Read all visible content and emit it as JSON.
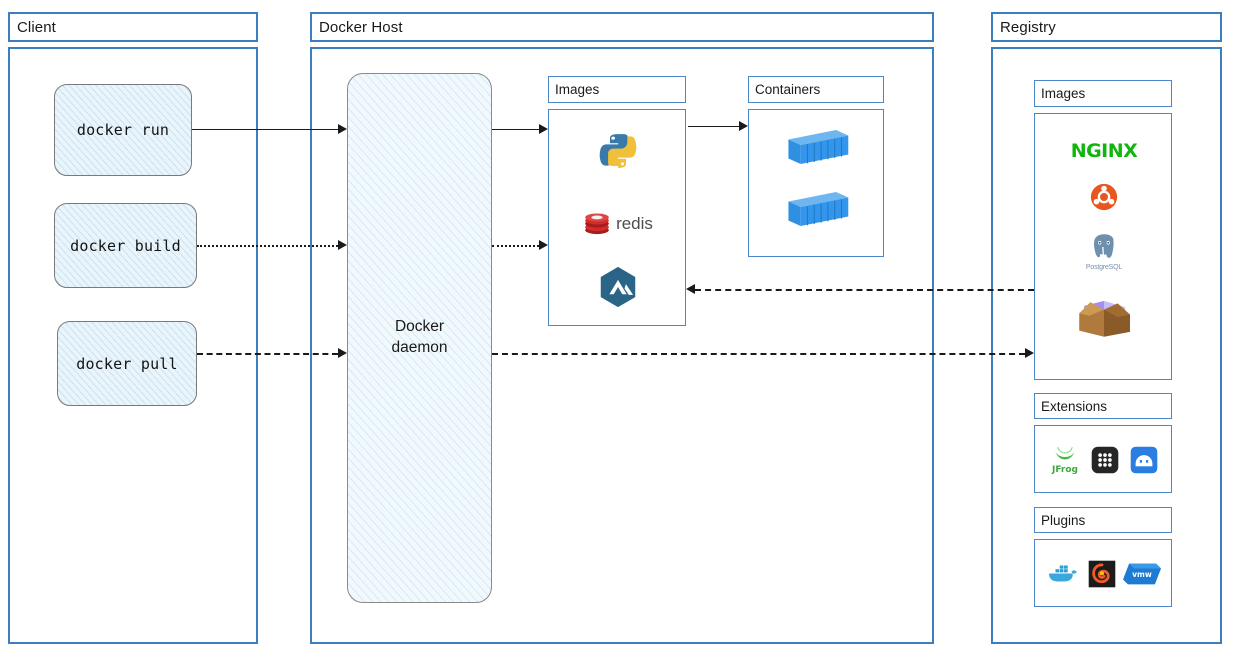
{
  "diagram": {
    "title": "Docker architecture overview",
    "accent_border": "#3c7fc0",
    "sub_border": "#4a86c8"
  },
  "panels": {
    "client": {
      "label": "Client"
    },
    "host": {
      "label": "Docker Host"
    },
    "registry": {
      "label": "Registry"
    }
  },
  "client": {
    "commands": [
      {
        "label": "docker run",
        "line_style": "solid"
      },
      {
        "label": "docker build",
        "line_style": "dotted"
      },
      {
        "label": "docker pull",
        "line_style": "dashed"
      }
    ]
  },
  "host": {
    "daemon": {
      "line1": "Docker",
      "line2": "daemon"
    },
    "images": {
      "label": "Images",
      "items": [
        {
          "name": "python-icon",
          "label": "Python"
        },
        {
          "name": "redis-icon",
          "label": "redis"
        },
        {
          "name": "alpine-icon",
          "label": "Alpine"
        }
      ]
    },
    "containers": {
      "label": "Containers",
      "items": [
        {
          "name": "container-icon",
          "label": "Container"
        },
        {
          "name": "container-icon",
          "label": "Container"
        }
      ]
    }
  },
  "registry": {
    "images": {
      "label": "Images",
      "items": [
        {
          "name": "nginx-icon",
          "label": "NGINX"
        },
        {
          "name": "ubuntu-icon",
          "label": "Ubuntu"
        },
        {
          "name": "postgresql-icon",
          "label": "PostgreSQL"
        },
        {
          "name": "package-box-icon",
          "label": "Package"
        }
      ]
    },
    "extensions": {
      "label": "Extensions",
      "items": [
        {
          "name": "jfrog-icon",
          "label": "JFrog"
        },
        {
          "name": "grid-app-icon",
          "label": "App grid"
        },
        {
          "name": "blue-app-icon",
          "label": "Blue app"
        }
      ]
    },
    "plugins": {
      "label": "Plugins",
      "items": [
        {
          "name": "docker-whale-icon",
          "label": "Docker"
        },
        {
          "name": "grafana-icon",
          "label": "Grafana"
        },
        {
          "name": "vmware-icon",
          "label": "VMware"
        }
      ]
    }
  },
  "connectors": [
    {
      "name": "run-to-daemon",
      "style": "solid",
      "direction": "right"
    },
    {
      "name": "build-to-daemon",
      "style": "dotted",
      "direction": "right"
    },
    {
      "name": "pull-to-daemon",
      "style": "dashed",
      "direction": "right"
    },
    {
      "name": "daemon-to-images",
      "style": "solid",
      "direction": "right"
    },
    {
      "name": "daemon-to-images-build",
      "style": "dotted",
      "direction": "right"
    },
    {
      "name": "images-to-containers",
      "style": "solid",
      "direction": "right"
    },
    {
      "name": "registry-to-images",
      "style": "dashed",
      "direction": "left"
    },
    {
      "name": "daemon-to-registry",
      "style": "dashed",
      "direction": "right"
    }
  ]
}
